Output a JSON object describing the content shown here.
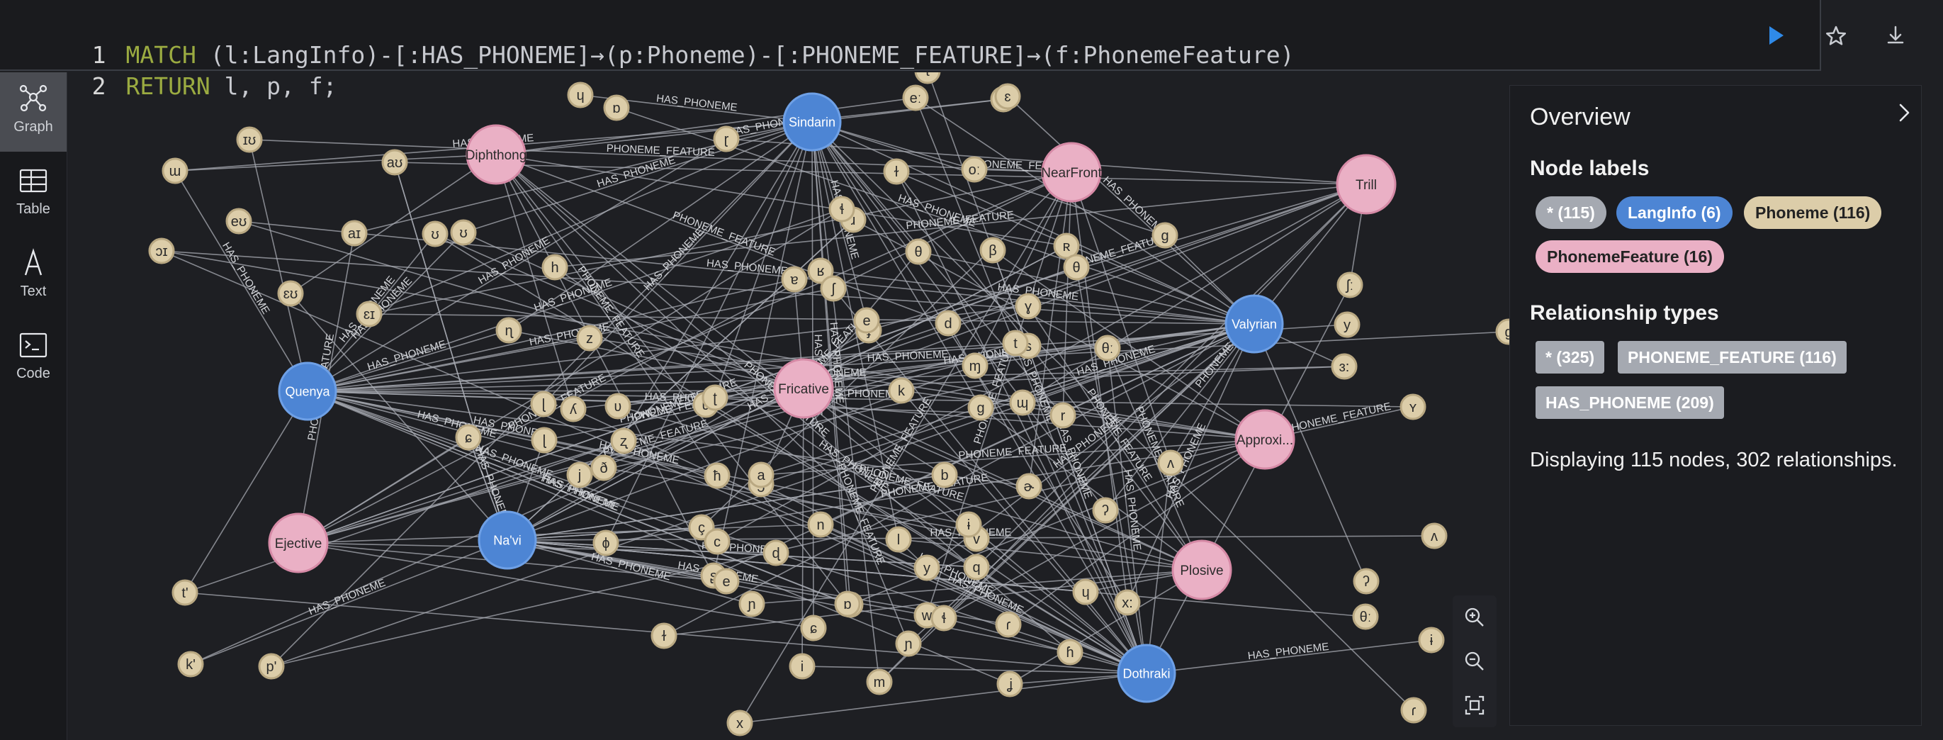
{
  "editor": {
    "line1_number": "1",
    "line1_keyword": "MATCH",
    "line1_text": " (l:LangInfo)-[:HAS_PHONEME]→(p:Phoneme)-[:PHONEME_FEATURE]→(f:PhonemeFeature)",
    "line2_number": "2",
    "line2_keyword": "RETURN",
    "line2_text": " l, p, f;"
  },
  "top_actions": {
    "run_icon": "play-icon",
    "favorite_icon": "star-icon",
    "download_icon": "download-icon"
  },
  "sidebar": {
    "items": [
      {
        "label": "Graph",
        "icon": "graph-icon"
      },
      {
        "label": "Table",
        "icon": "table-icon"
      },
      {
        "label": "Text",
        "icon": "text-icon"
      },
      {
        "label": "Code",
        "icon": "code-icon"
      }
    ]
  },
  "overview": {
    "title": "Overview",
    "node_labels_heading": "Node labels",
    "node_labels": [
      "* (115)",
      "LangInfo (6)",
      "Phoneme (116)",
      "PhonemeFeature (16)"
    ],
    "relationship_types_heading": "Relationship types",
    "relationship_types": [
      "* (325)",
      "PHONEME_FEATURE (116)",
      "HAS_PHONEME (209)"
    ],
    "summary": "Displaying 115 nodes, 302 relationships."
  },
  "colors": {
    "langinfo": "#4d85d4",
    "feature": "#eab0c5",
    "phoneme": "#dccda9",
    "edge": "#a8abb3",
    "label_all": "#a5a9b1"
  },
  "graph": {
    "edge_label_has_phoneme": "HAS_PHONEME",
    "edge_label_phoneme_feature": "PHONEME_FEATURE",
    "lang_nodes": [
      "Sindarin",
      "Quenya",
      "Na'vi",
      "Valyrian",
      "Dothraki"
    ],
    "feature_nodes": [
      "Diphthong",
      "NearFront",
      "Trill",
      "Fricative",
      "Approxi...",
      "Ejective",
      "Plosive"
    ],
    "phoneme_nodes": [
      "ɯ",
      "ɪʊ",
      "aʊ",
      "eʊ",
      "ɔɪ",
      "aɪ",
      "ʊ",
      "ɛʊ",
      "ɛɪ",
      "h",
      "ɳ",
      "z",
      "ɕ",
      "ʋ",
      "ʎ",
      "ɭ",
      "ʋ",
      "ɭ",
      "ʈ",
      "ʐ",
      "ð",
      "ħ",
      "ç",
      "j",
      "ʒ",
      "ɸ",
      "ɖ",
      "ɲ",
      "ʂ",
      "x",
      "ɽ",
      "ɐ",
      "ɹ",
      "ʁ",
      "ɫ",
      "ɮ",
      "ʃ",
      "ɟ",
      "θ",
      "β",
      "ɬ",
      "ɣ",
      "ʀ",
      "ɱ",
      "ɰ",
      "e",
      "k",
      "s",
      "g",
      "d",
      "r",
      "c",
      "b",
      "a",
      "n",
      "l",
      "v",
      "w",
      "m",
      "i",
      "ɛ",
      "t",
      "ɥ",
      "y",
      "ʌ",
      "ʔ",
      "ɨ",
      "ɾ",
      "ɡ",
      "θː",
      "ɒ",
      "ɚ",
      "q",
      "ɲ",
      "ɬ",
      "ɕ",
      "ʝ",
      "ɦ",
      "x:",
      "ʃː",
      "ɜ:",
      "ʏ",
      "e",
      "ɫ",
      "eː",
      "oː",
      "t'",
      "k'",
      "p'",
      "θ",
      "ʊ"
    ]
  }
}
